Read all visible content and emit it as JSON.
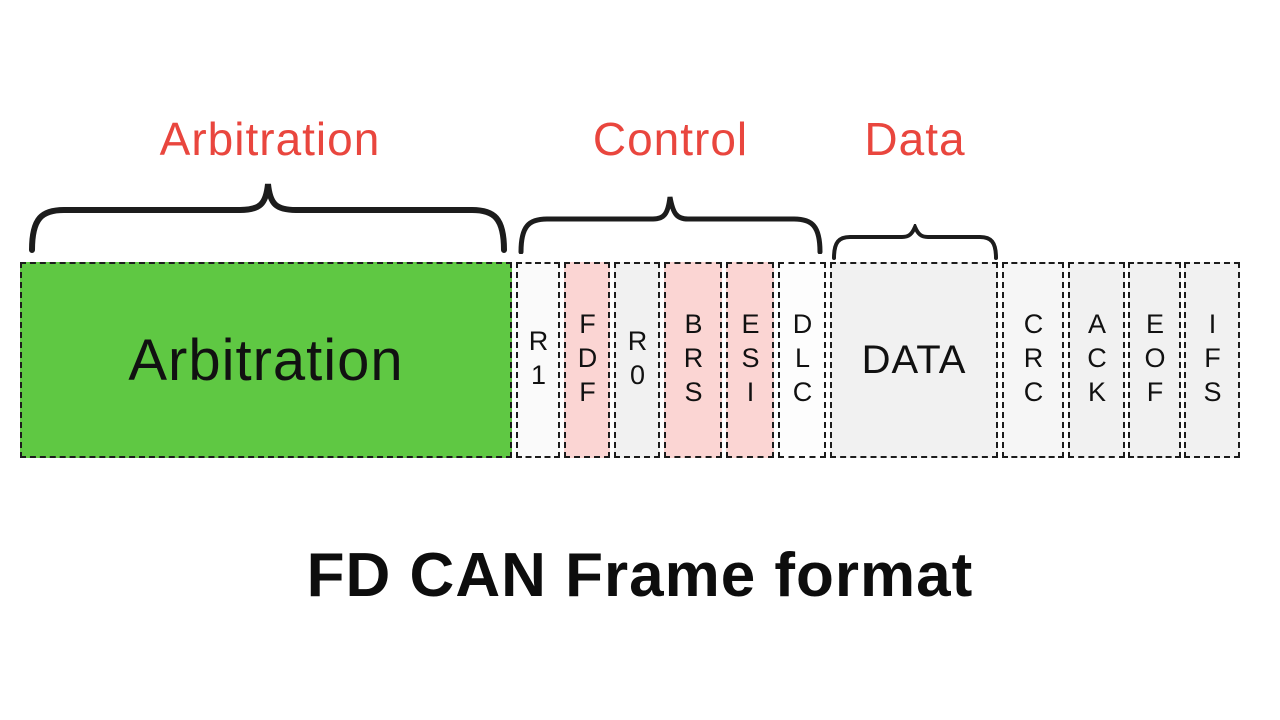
{
  "title": "FD CAN Frame format",
  "section_labels": {
    "arbitration": "Arbitration",
    "control": "Control",
    "data": "Data"
  },
  "colors": {
    "label_red": "#e9463e",
    "field_green": "#5fc843",
    "field_pink": "#fbd5d3",
    "field_gray": "#f1f1f1",
    "field_white": "#fdfdfd",
    "line_black": "#1c1c1c"
  },
  "fields": [
    {
      "label": "Arbitration",
      "fill": "#5fc843"
    },
    {
      "label": "R1",
      "fill": "#fafafa"
    },
    {
      "label": "FDF",
      "fill": "#fbd5d3"
    },
    {
      "label": "R0",
      "fill": "#f1f1f1"
    },
    {
      "label": "BRS",
      "fill": "#fbd5d3"
    },
    {
      "label": "ESI",
      "fill": "#fbd5d3"
    },
    {
      "label": "DLC",
      "fill": "#fdfdfd"
    },
    {
      "label": "DATA",
      "fill": "#f1f1f1"
    },
    {
      "label": "CRC",
      "fill": "#f6f6f6"
    },
    {
      "label": "ACK",
      "fill": "#f1f1f1"
    },
    {
      "label": "EOF",
      "fill": "#f1f1f1"
    },
    {
      "label": "IFS",
      "fill": "#f1f1f1"
    }
  ]
}
